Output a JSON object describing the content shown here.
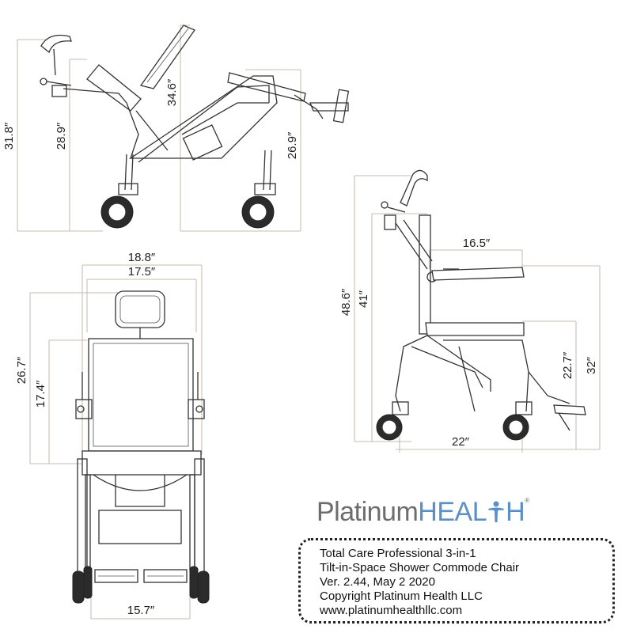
{
  "dimensions": {
    "side_reclined": {
      "overall_height": "31.8″",
      "seat_height": "28.9″",
      "backrest": "34.6″",
      "rear_height": "26.9″"
    },
    "front": {
      "overall_width": "18.8″",
      "inner_width": "17.5″",
      "height": "26.7″",
      "armrest_height": "17.4″",
      "footrest_width": "15.7″"
    },
    "side_upright": {
      "seat_depth": "16.5″",
      "overall_height": "48.6″",
      "back_height": "41″",
      "seat_height": "22.7″",
      "armrest_height": "32″",
      "base_length": "22″"
    }
  },
  "brand": {
    "part1": "Platinum",
    "part2": "HEAL",
    "part3": "H",
    "registered": "®",
    "color_gray": "#6d6d6d",
    "color_blue": "#5b8fc8"
  },
  "info": {
    "product": "Total Care Professional 3-in-1",
    "product_line2": "Tilt-in-Space Shower Commode Chair",
    "version": "Ver. 2.44,  May 2 2020",
    "copyright": "Copyright Platinum Health LLC",
    "website": "www.platinumhealthllc.com"
  }
}
